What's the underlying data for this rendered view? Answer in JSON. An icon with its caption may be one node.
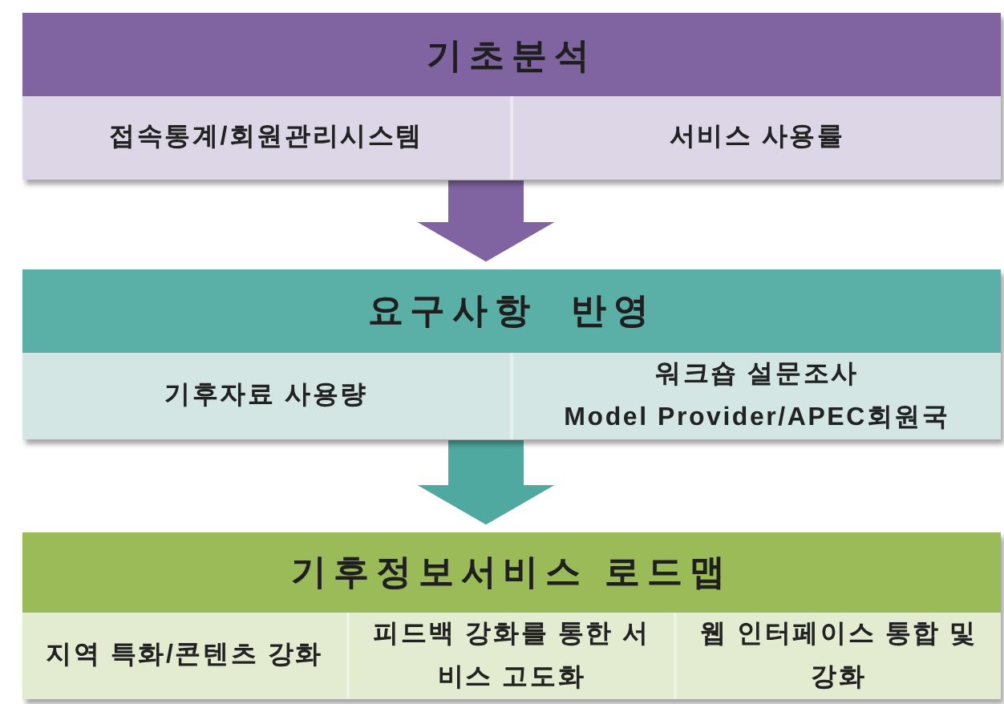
{
  "diagram": {
    "nodes": [
      {
        "text": [
          "기초분석"
        ]
      },
      {
        "text": [
          "접속통계/회원관리시스템"
        ],
        "in": 0
      },
      {
        "text": [
          "서비스 사용률"
        ],
        "in": 0
      },
      {
        "text": [
          "요구사항  반영"
        ]
      },
      {
        "text": [
          "기후자료 사용량"
        ],
        "in": 3
      },
      {
        "text": [
          "워크숍 설문조사",
          "Model Provider/APEC회원국"
        ],
        "in": 3
      },
      {
        "text": [
          "기후정보서비스 로드맵"
        ]
      },
      {
        "text": [
          "지역 특화/콘텐츠 강화"
        ],
        "in": 6
      },
      {
        "text": [
          "피드백 강화를 통한 서비스 고도화"
        ],
        "in": 6
      },
      {
        "text": [
          "웹 인터페이스 통합 및 강화"
        ],
        "in": 6
      }
    ],
    "edges": [
      {
        "from": 0,
        "to": 3,
        "arrow": "to",
        "style": "thick",
        "color": "#8064a2"
      },
      {
        "from": 3,
        "to": 6,
        "arrow": "to",
        "style": "thick",
        "color": "#4fa9a0"
      }
    ]
  }
}
